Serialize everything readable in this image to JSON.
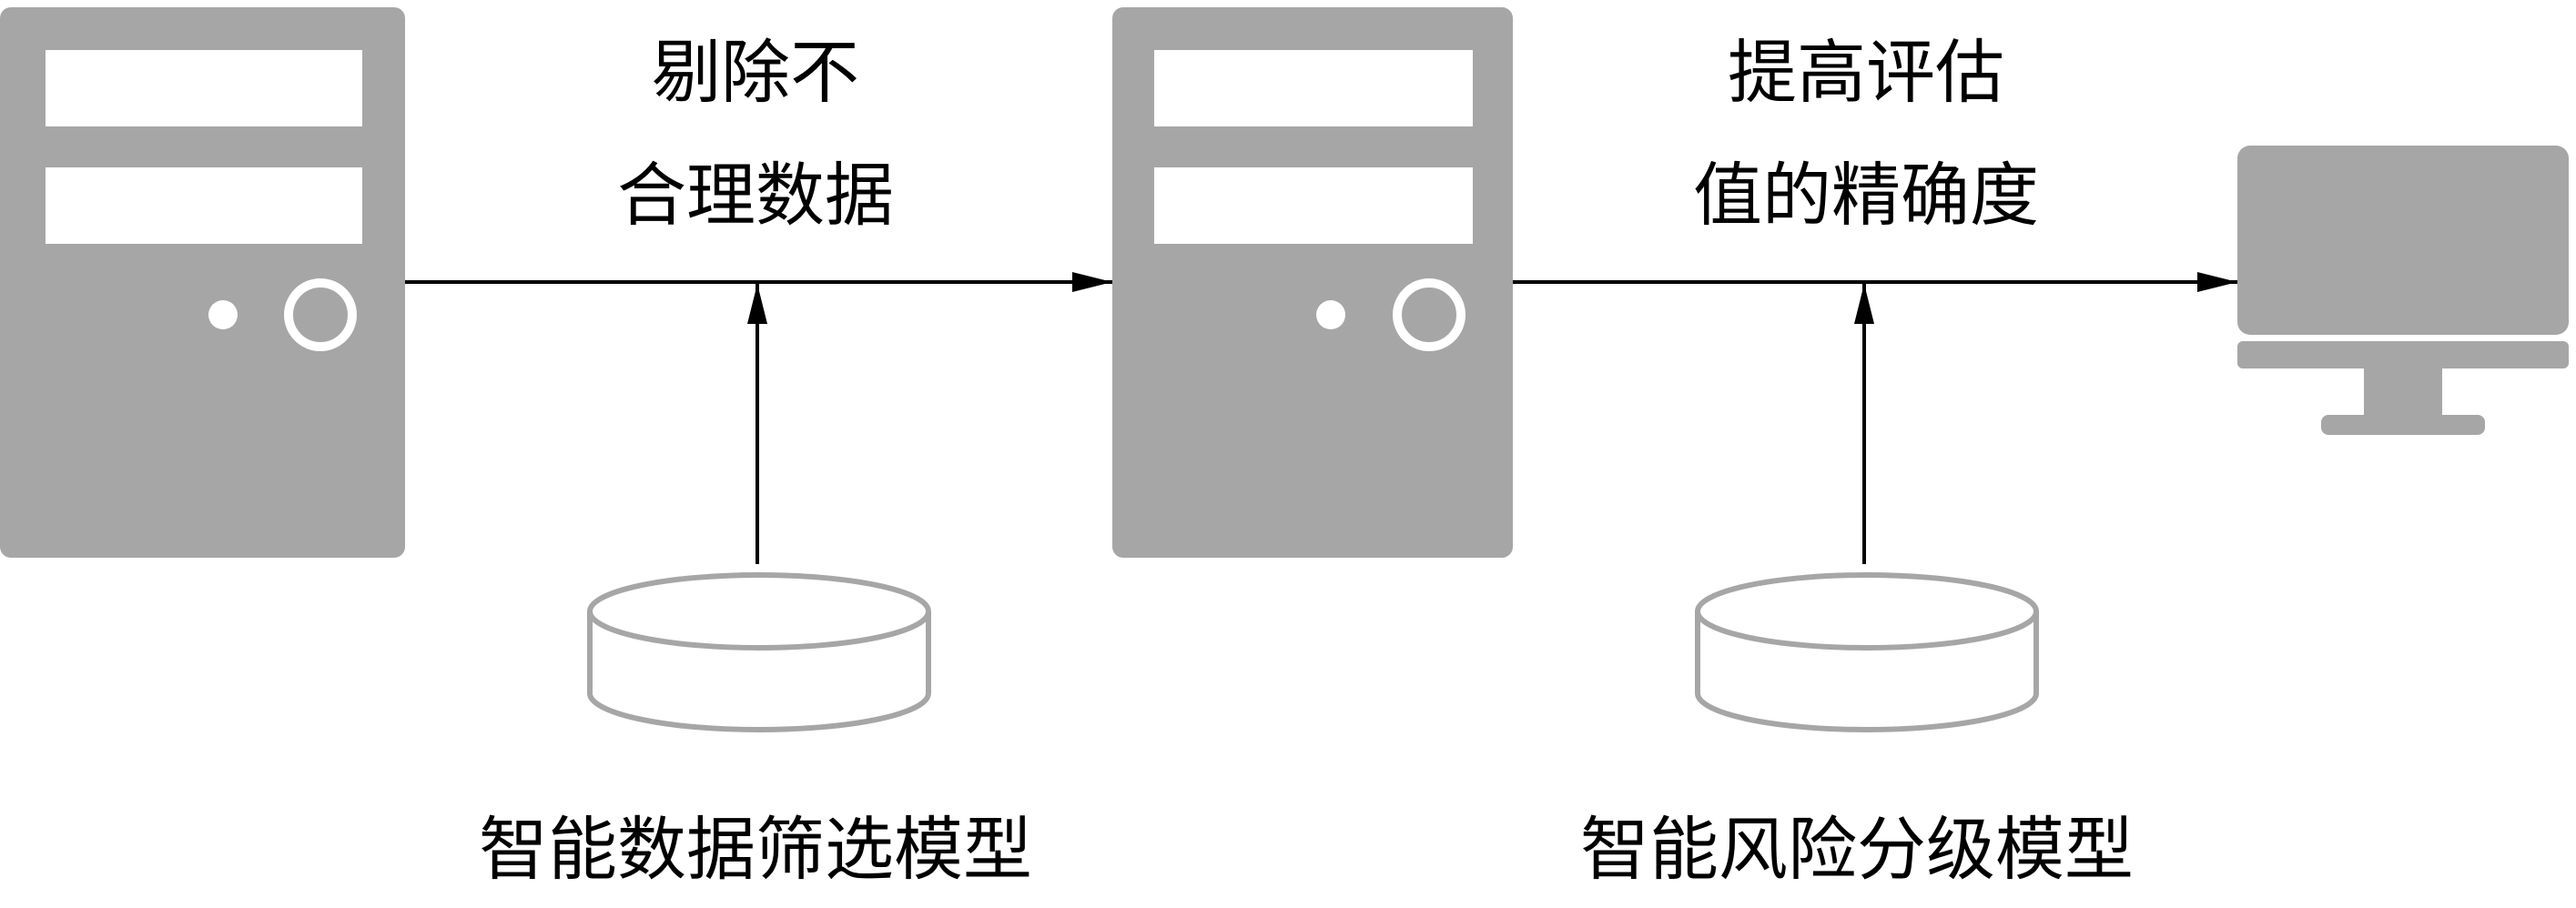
{
  "colors": {
    "device_fill": "#a6a6a6",
    "slot_fill": "#ffffff",
    "line": "#000000",
    "database_stroke": "#a6a6a6",
    "text": "#000000"
  },
  "nodes": {
    "server_a": {
      "icon": "server-tower-icon"
    },
    "server_b": {
      "icon": "server-tower-icon"
    },
    "monitor": {
      "icon": "monitor-icon"
    },
    "db_filter": {
      "icon": "database-icon",
      "label": "智能数据筛选模型"
    },
    "db_risk": {
      "icon": "database-icon",
      "label": "智能风险分级模型"
    }
  },
  "edges": {
    "edge_1": {
      "label_line1": "剔除不",
      "label_line2": "合理数据"
    },
    "edge_2": {
      "label_line1": "提高评估",
      "label_line2": "值的精确度"
    }
  }
}
